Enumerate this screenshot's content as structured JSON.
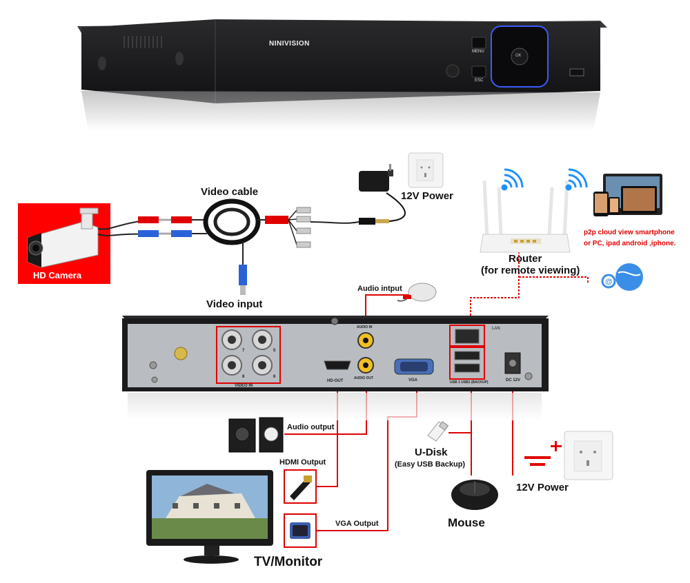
{
  "dvr_front": {
    "brand": "NINIVISION",
    "menu_label": "MENU",
    "esc_label": "ESC",
    "ok_label": "OK"
  },
  "rear_panel": {
    "video_in": "VIDEO IN",
    "ports": [
      "7",
      "5",
      "8",
      "6"
    ],
    "audio_in": "AUDIO IN",
    "audio_out": "AUDIO OUT",
    "hd_out": "HD-OUT",
    "vga": "VGA",
    "lan": "LAN",
    "usb": "USB 1 USB2 (BACKUP)",
    "dc": "DC 12V"
  },
  "labels": {
    "hd_camera": "HD Camera",
    "video_cable": "Video cable",
    "video_input": "Video input",
    "power_top": "12V Power",
    "router": "Router",
    "router_sub": "(for remote viewing)",
    "p2p_line1": "p2p cloud  view smartphone",
    "p2p_line2": "or PC, ipad android ,iphone.",
    "audio_input": "Audio intput",
    "audio_output": "Audio output",
    "hdmi_output": "HDMI Output",
    "vga_output": "VGA Output",
    "udisk": "U-Disk",
    "udisk_sub": "(Easy USB Backup)",
    "mouse": "Mouse",
    "power_bottom": "12V Power",
    "tv_monitor": "TV/Monitor"
  },
  "colors": {
    "accent_red": "#e00000",
    "dvr_body": "#1c1c1e",
    "panel_grey": "#b9bcc0",
    "wifi_blue": "#1e90ff"
  }
}
